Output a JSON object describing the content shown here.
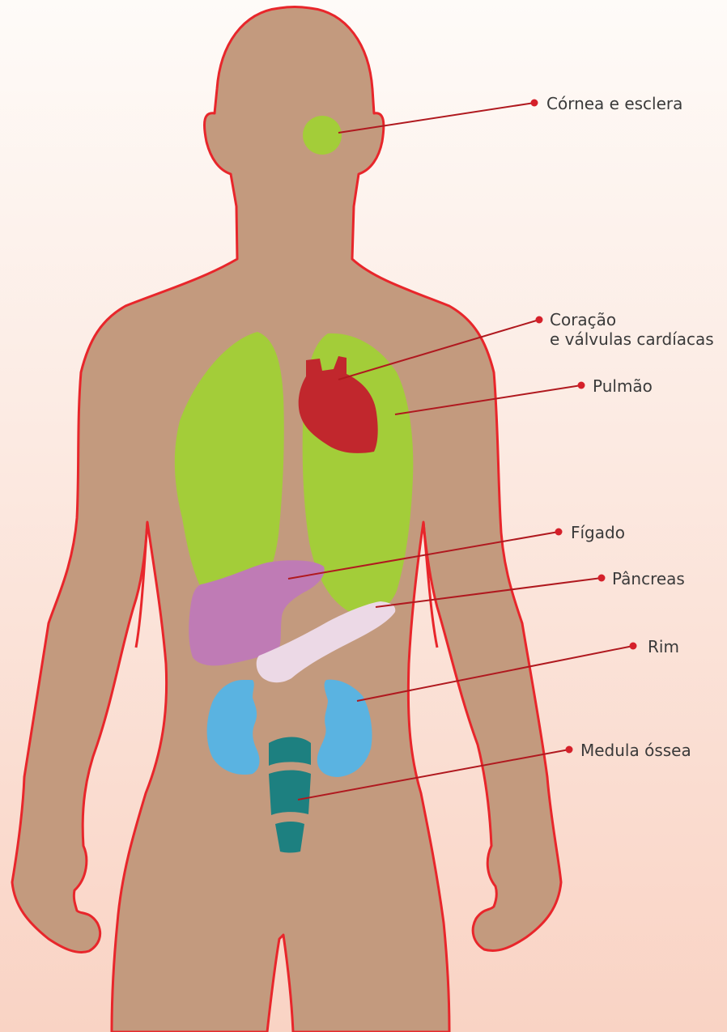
{
  "colors": {
    "background_top": "#fefbf8",
    "background_bottom": "#f9d3c4",
    "body_fill": "#c39a7e",
    "body_outline": "#e8262b",
    "leader_line": "#b0191f",
    "leader_dot": "#d5202a",
    "label_text": "#3a3a3a"
  },
  "organs": [
    {
      "name": "eye",
      "color": "#a3cd39"
    },
    {
      "name": "lungs",
      "color": "#a3cd39"
    },
    {
      "name": "heart",
      "color": "#c1272d"
    },
    {
      "name": "liver",
      "color": "#bf7bb5"
    },
    {
      "name": "pancreas",
      "color": "#ecd9e6"
    },
    {
      "name": "kidneys",
      "color": "#5ab3e1"
    },
    {
      "name": "spine",
      "color": "#1d8080"
    }
  ],
  "labels": {
    "cornea": "Córnea e esclera",
    "heart_line1": "Coração",
    "heart_line2": "e válvulas cardíacas",
    "lung": "Pulmão",
    "liver": "Fígado",
    "pancreas": "Pâncreas",
    "kidney": "Rim",
    "bone_marrow": "Medula óssea"
  }
}
